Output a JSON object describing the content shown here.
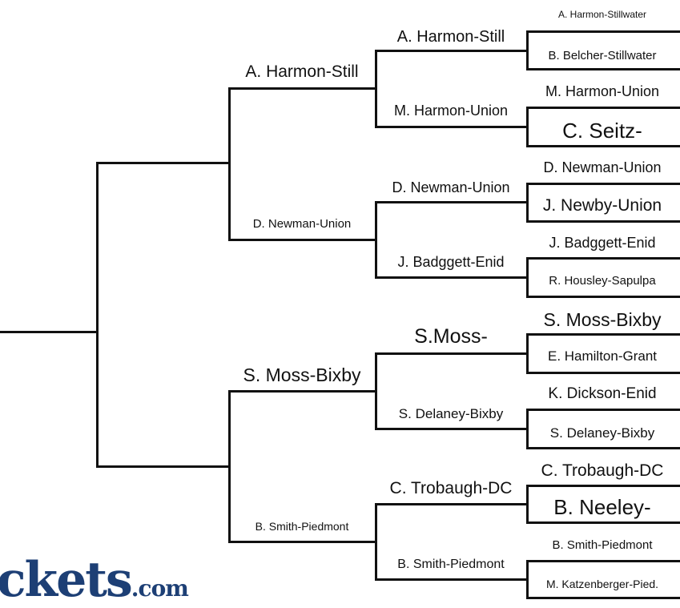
{
  "round1": [
    "A. Harmon-Stillwater",
    "B. Belcher-Stillwater",
    "M. Harmon-Union",
    "C. Seitz-",
    "D. Newman-Union",
    "J. Newby-Union",
    "J. Badggett-Enid",
    "R. Housley-Sapulpa",
    "S. Moss-Bixby",
    "E. Hamilton-Grant",
    "K. Dickson-Enid",
    "S. Delaney-Bixby",
    "C. Trobaugh-DC",
    "B. Neeley-",
    "B. Smith-Piedmont",
    "M. Katzenberger-Pied."
  ],
  "round2": [
    "A. Harmon-Still",
    "M. Harmon-Union",
    "D. Newman-Union",
    "J. Badggett-Enid",
    "S.Moss-",
    "S. Delaney-Bixby",
    "C. Trobaugh-DC",
    "B. Smith-Piedmont"
  ],
  "round3": [
    "A. Harmon-Still",
    "D. Newman-Union",
    "S. Moss-Bixby",
    "B. Smith-Piedmont"
  ],
  "logo": {
    "main": "ckets",
    "suffix": ".com"
  }
}
